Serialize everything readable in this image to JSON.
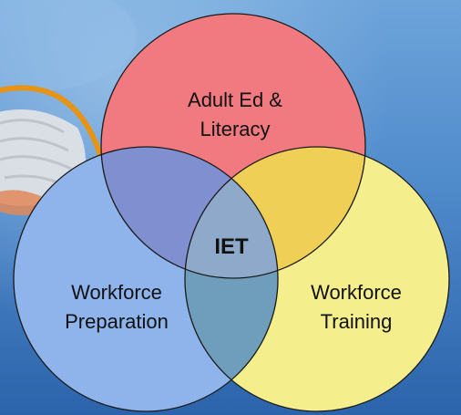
{
  "diagram": {
    "circles": [
      {
        "id": "adult-ed",
        "lines": [
          "Adult Ed &",
          "Literacy"
        ],
        "fill": "#f07a80"
      },
      {
        "id": "workforce-prep",
        "lines": [
          "Workforce",
          "Preparation"
        ],
        "fill": "#8fb4ec"
      },
      {
        "id": "workforce-training",
        "lines": [
          "Workforce",
          "Training"
        ],
        "fill": "#f4ef8c"
      }
    ],
    "center_label": "IET",
    "colors": {
      "background_top": "#5b96d2",
      "background_bottom": "#2f67ae",
      "overlap_red_blue": "#7f8fcf",
      "overlap_red_yellow": "#f0cf57",
      "overlap_blue_yellow": "#6e9ebc",
      "center_overlap": "#8ea9c9",
      "orange_accent": "#e69416",
      "outline": "#1a1a1a"
    }
  }
}
